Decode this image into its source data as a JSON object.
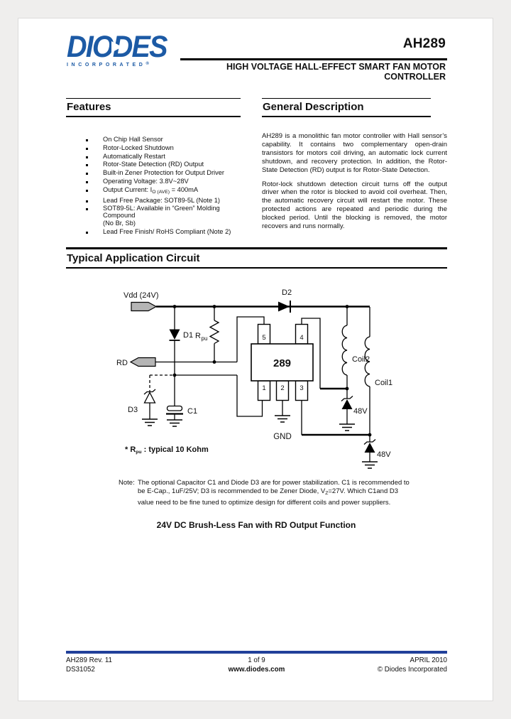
{
  "header": {
    "logo_text": "DIODES",
    "logo_incorporated": "INCORPORATED",
    "logo_reg": "®",
    "part_number": "AH289",
    "title_line1": "HIGH VOLTAGE HALL-EFFECT SMART FAN MOTOR",
    "title_line2": "CONTROLLER"
  },
  "features": {
    "title": "Features",
    "items_a": [
      "On Chip Hall Sensor",
      "Rotor-Locked Shutdown",
      "Automatically Restart",
      "Rotor-State Detection (RD) Output",
      "Built-in Zener Protection for Output Driver",
      "Operating Voltage: 3.8V~28V"
    ],
    "output_current": {
      "pre": "Output Current: I",
      "sub": "O (AVE)",
      "post": " = 400mA"
    },
    "lead_free_pkg": "Lead Free Package: SOT89-5L (Note 1)",
    "green_line1": "SOT89-5L: Available in “Green” Molding Compound",
    "green_line2": "(No Br, Sb)",
    "lead_free_finish": "Lead Free Finish/ RoHS Compliant (Note 2)"
  },
  "general_description": {
    "title": "General Description",
    "para1": "AH289 is a monolithic fan motor controller with Hall sensor’s capability. It contains two complementary open-drain transistors for motors coil driving, an automatic lock current shutdown, and recovery protection. In addition, the Rotor-State Detection (RD) output is for Rotor-State Detection.",
    "para2": "Rotor-lock shutdown detection circuit turns off the output driver when the rotor is blocked to avoid coil overheat. Then, the automatic recovery circuit will restart the motor. These protected actions are repeated and periodic during the blocked period. Until the blocking is removed, the motor recovers and runs normally."
  },
  "application": {
    "title": "Typical Application Circuit",
    "rpu_note_pre": "* R",
    "rpu_note_sub": "pu",
    "rpu_note_post": " : typical 10 Kohm",
    "note_label": "Note:",
    "note_line1": "The optional Capacitor C1 and Diode D3 are for power stabilization. C1 is recommended to",
    "note_line2a": "be E-Cap., 1uF/25V; D3 is recommended to be Zener Diode, V",
    "note_sub": "Z",
    "note_line2b": "=27V. Which C1and D3",
    "note_line3": "value need to be fine tuned to optimize design for different coils and power suppliers.",
    "caption": "24V DC Brush-Less Fan with RD Output Function"
  },
  "circuit": {
    "vdd_label": "Vdd (24V)",
    "rd_label": "RD",
    "d1": "D1",
    "d2": "D2",
    "d3": "D3",
    "rpu_main": "R",
    "rpu_sub": "pu",
    "c1": "C1",
    "ic_label": "289",
    "pin1": "1",
    "pin2": "2",
    "pin3": "3",
    "pin4": "4",
    "pin5": "5",
    "gnd": "GND",
    "coil1": "Coil1",
    "coil2": "Coil2",
    "zener1_label": "48V",
    "zener2_label": "48V"
  },
  "footer": {
    "rev": "AH289 Rev. 11",
    "doc": "DS31052",
    "page": "1 of 9",
    "site": "www.diodes.com",
    "date": "APRIL 2010",
    "copyright": "© Diodes Incorporated"
  },
  "colors": {
    "logo_blue": "#1c5aa5",
    "footer_rule": "#21409a"
  }
}
